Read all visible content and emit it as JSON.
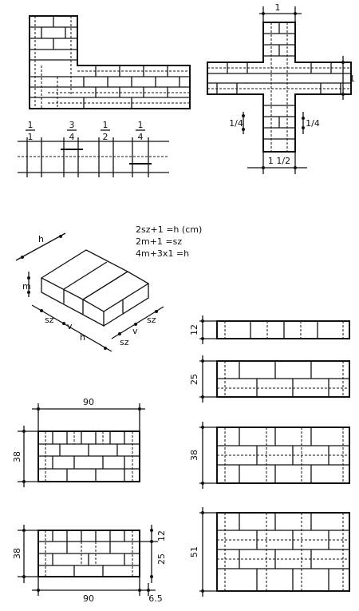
{
  "fractions": {
    "one": {
      "num": "1",
      "den": "1"
    },
    "three_quarter": {
      "num": "3",
      "den": "4"
    },
    "half": {
      "num": "1",
      "den": "2"
    },
    "quarter": {
      "num": "1",
      "den": "4"
    }
  },
  "cross": {
    "top_label": "1",
    "right_label": "1",
    "left_label": "1/4",
    "mid_label": "1/4",
    "bottom_label": "1 1/2"
  },
  "formulas": [
    "2sz+1    =h (cm)",
    "2m+1    =sz",
    "4m+3x1 =h"
  ],
  "brick": {
    "h_top": "h",
    "m": "m",
    "sz1": "sz",
    "v1": "v",
    "h_bottom": "h",
    "sz2": "sz",
    "v2": "v",
    "sz3": "sz"
  },
  "wall_90_38": {
    "width": "90",
    "height": "38"
  },
  "wall_90_38_b": {
    "width": "90",
    "height": "38",
    "h_top": "12",
    "h_mid": "25",
    "offset": "6.5"
  },
  "walls_right": [
    {
      "label": "12"
    },
    {
      "label": "25"
    },
    {
      "label": "38"
    },
    {
      "label": "51"
    }
  ]
}
